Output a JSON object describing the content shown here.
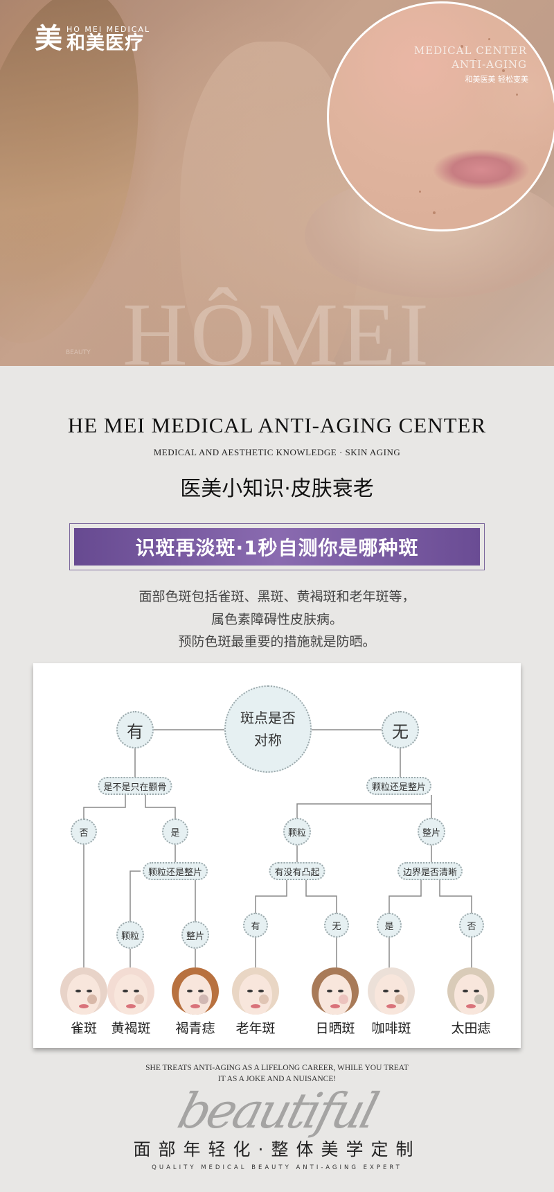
{
  "hero": {
    "logo": {
      "mark": "美",
      "en": "HO MEI MEDICAL",
      "cn": "和美医疗"
    },
    "circle_text": {
      "line1": "MEDICAL CENTER",
      "line2": "ANTI-AGING",
      "line3": "和美医美 轻松变美"
    },
    "watermark": "HÔMEI",
    "watermark_sub": "BEAUTY"
  },
  "header": {
    "title_en": "HE MEI MEDICAL ANTI-AGING CENTER",
    "subtitle_en": "MEDICAL AND AESTHETIC KNOWLEDGE · SKIN AGING",
    "title_cn": "医美小知识·皮肤衰老"
  },
  "banner": {
    "text": "识斑再淡斑·1秒自测你是哪种斑",
    "color": "#6f5198"
  },
  "intro": [
    "面部色斑包括雀斑、黑斑、黄褐斑和老年斑等，",
    "属色素障碍性皮肤病。",
    "预防色斑最重要的措施就是防晒。"
  ],
  "tree": {
    "root": [
      "斑点是否",
      "对称"
    ],
    "yes": "有",
    "no": "无",
    "q_left": "是不是只在颧骨",
    "q_right": "颗粒还是整片",
    "left_no": "否",
    "left_yes": "是",
    "q_left2": "颗粒还是整片",
    "left2_a": "颗粒",
    "left2_b": "整片",
    "right_a": "颗粒",
    "right_b": "整片",
    "q_right_a": "有没有凸起",
    "q_right_b": "边界是否清晰",
    "ra_yes": "有",
    "ra_no": "无",
    "rb_yes": "是",
    "rb_no": "否",
    "results": [
      "雀斑",
      "黄褐斑",
      "褐青痣",
      "老年斑",
      "日晒斑",
      "咖啡斑",
      "太田痣"
    ]
  },
  "footer": {
    "quote1": "SHE TREATS ANTI-AGING AS A LIFELONG CAREER, WHILE YOU TREAT",
    "quote2": "IT AS A JOKE AND A NUISANCE!",
    "script": "beautiful",
    "slogan": "面部年轻化·整体美学定制",
    "slogan_en": "QUALITY MEDICAL BEAUTY ANTI-AGING EXPERT"
  }
}
